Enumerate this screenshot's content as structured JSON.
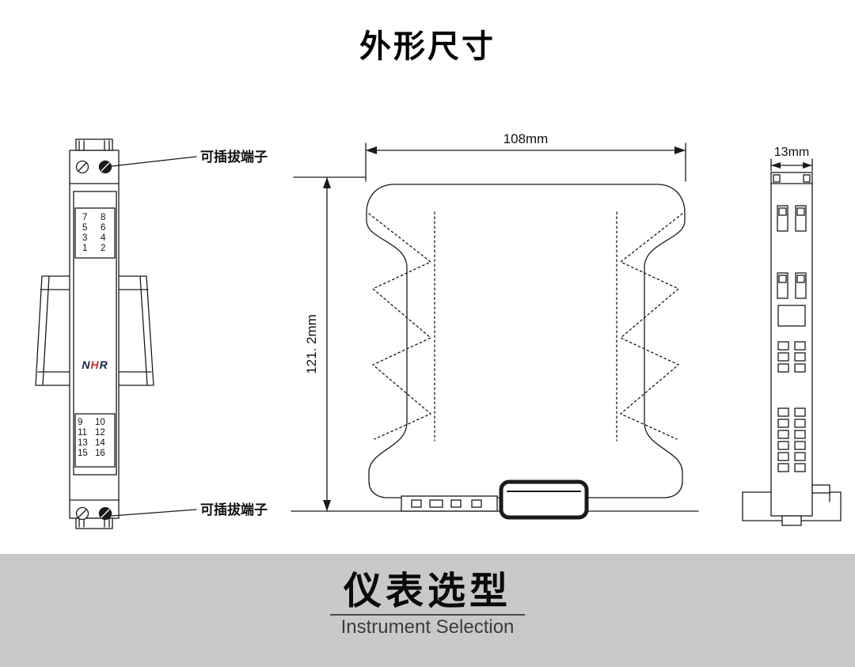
{
  "page": {
    "title": "外形尺寸"
  },
  "front_view": {
    "label_top": "可插拔端子",
    "label_bottom": "可插拔端子",
    "logo_letters": [
      "N",
      "H",
      "R"
    ],
    "terminal_rows_top": [
      [
        "7",
        "8"
      ],
      [
        "5",
        "6"
      ],
      [
        "3",
        "4"
      ],
      [
        "1",
        "2"
      ]
    ],
    "terminal_rows_bottom": [
      [
        "9",
        "10"
      ],
      [
        "11",
        "12"
      ],
      [
        "13",
        "14"
      ],
      [
        "15",
        "16"
      ]
    ]
  },
  "dimensions": {
    "width": "108mm",
    "height": "121. 2mm",
    "depth": "13mm"
  },
  "footer": {
    "title": "仪表选型",
    "subtitle": "Instrument Selection"
  },
  "colors": {
    "line": "#1a1a1a",
    "footer_bg": "#c9c9c9",
    "logo_dark": "#16244e",
    "logo_red": "#d42a20"
  }
}
